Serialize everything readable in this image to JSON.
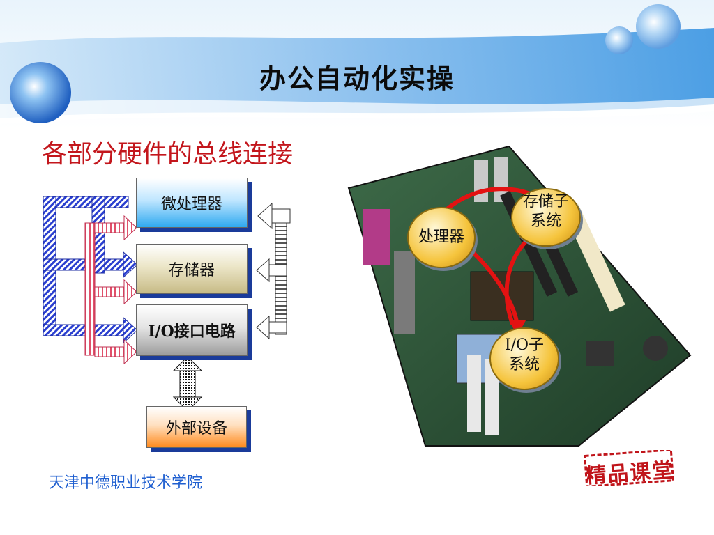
{
  "slide": {
    "title": "办公自动化实操",
    "subtitle": "各部分硬件的总线连接",
    "footer": "天津中德职业技术学院",
    "stamp": "精品课堂"
  },
  "diagram": {
    "boxes": {
      "cpu": "微处理器",
      "memory": "存储器",
      "io": "I/O接口电路",
      "external": "外部设备"
    }
  },
  "photo": {
    "labels": {
      "cpu": "处理器",
      "memory_line1": "存储子",
      "memory_line2": "系统",
      "io_line1": "I/O子",
      "io_line2": "系统"
    }
  },
  "colors": {
    "title_text": "#0b0b0b",
    "subtitle_text": "#c3161c",
    "footer_text": "#1f5fd0",
    "header_blue": "#5aa6e8",
    "arrow_red": "#e31212",
    "bus_blue": "#2a3fd0",
    "bus_pink": "#e0506a"
  }
}
